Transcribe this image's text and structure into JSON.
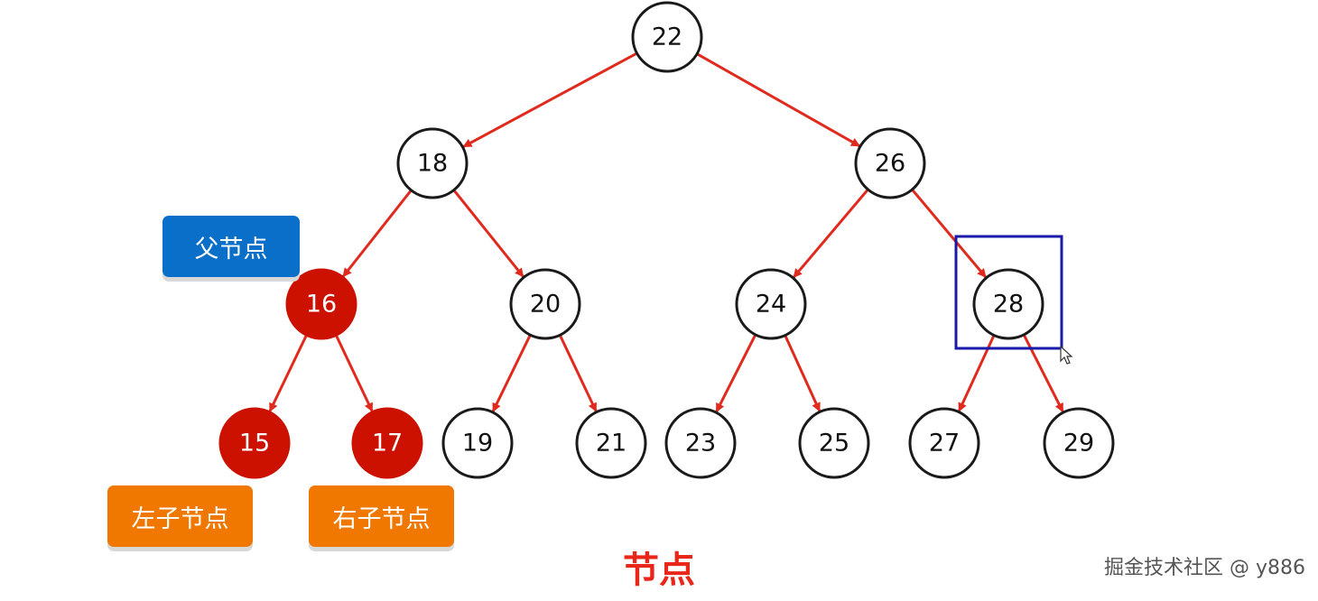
{
  "colors": {
    "edge": "#e02a1e",
    "highlight_fill": "#cc1100",
    "node_stroke": "#1a1a1a",
    "selection_box": "#1a1aa8",
    "parent_label_bg": "#0a6fc8",
    "child_label_bg": "#f07800",
    "title": "#e8261a"
  },
  "tree": {
    "nodes": [
      {
        "value": "22",
        "highlighted": false
      },
      {
        "value": "18",
        "highlighted": false
      },
      {
        "value": "26",
        "highlighted": false
      },
      {
        "value": "16",
        "highlighted": true
      },
      {
        "value": "20",
        "highlighted": false
      },
      {
        "value": "24",
        "highlighted": false
      },
      {
        "value": "28",
        "highlighted": false,
        "selected": true
      },
      {
        "value": "15",
        "highlighted": true
      },
      {
        "value": "17",
        "highlighted": true
      },
      {
        "value": "19",
        "highlighted": false
      },
      {
        "value": "21",
        "highlighted": false
      },
      {
        "value": "23",
        "highlighted": false
      },
      {
        "value": "25",
        "highlighted": false
      },
      {
        "value": "27",
        "highlighted": false
      },
      {
        "value": "29",
        "highlighted": false
      }
    ],
    "edges": [
      [
        "22",
        "18"
      ],
      [
        "22",
        "26"
      ],
      [
        "18",
        "16"
      ],
      [
        "18",
        "20"
      ],
      [
        "26",
        "24"
      ],
      [
        "26",
        "28"
      ],
      [
        "16",
        "15"
      ],
      [
        "16",
        "17"
      ],
      [
        "20",
        "19"
      ],
      [
        "20",
        "21"
      ],
      [
        "24",
        "23"
      ],
      [
        "24",
        "25"
      ],
      [
        "28",
        "27"
      ],
      [
        "28",
        "29"
      ]
    ]
  },
  "labels": {
    "parent": "父节点",
    "left_child": "左子节点",
    "right_child": "右子节点"
  },
  "title": "节点",
  "watermark": "掘金技术社区 @ y886",
  "icons": {
    "cursor": "mouse-pointer-icon"
  }
}
